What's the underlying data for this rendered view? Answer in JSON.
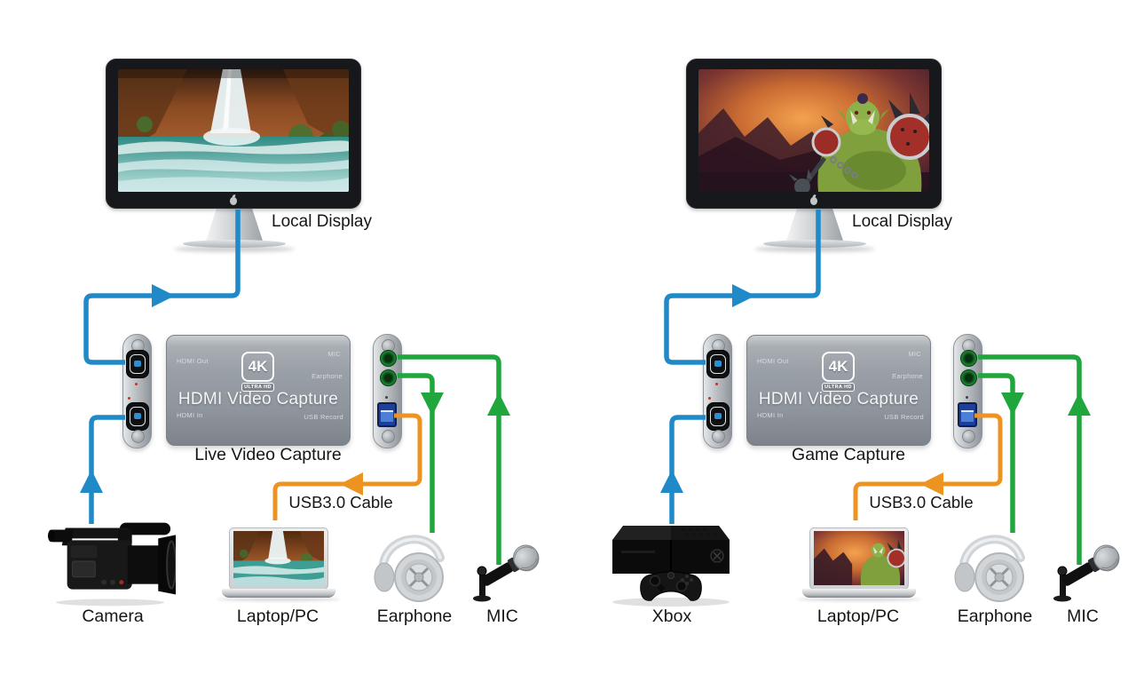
{
  "colors": {
    "cable_hdmi_blue": "#1f8ac7",
    "cable_audio_green": "#1fa63c",
    "cable_usb_orange": "#ed9322",
    "label_text": "#161616"
  },
  "setups": [
    {
      "name": "live-video-capture",
      "display_label": "Local Display",
      "capture_device": {
        "port_hdmi_out": "HDMI Out",
        "port_mic": "MIC",
        "port_earphone": "Earphone",
        "port_hdmi_in": "HDMI In",
        "port_usb_record": "USB Record",
        "badge_4k": "4K",
        "badge_ultra_hd": "ULTRA HD",
        "product_title": "HDMI Video Capture",
        "caption": "Live Video Capture"
      },
      "usb_cable_label": "USB3.0 Cable",
      "devices": {
        "source": "Camera",
        "computer": "Laptop/PC",
        "earphone": "Earphone",
        "mic": "MIC"
      }
    },
    {
      "name": "game-capture",
      "display_label": "Local Display",
      "capture_device": {
        "port_hdmi_out": "HDMI Out",
        "port_mic": "MIC",
        "port_earphone": "Earphone",
        "port_hdmi_in": "HDMI In",
        "port_usb_record": "USB Record",
        "badge_4k": "4K",
        "badge_ultra_hd": "ULTRA HD",
        "product_title": "HDMI Video Capture",
        "caption": "Game Capture"
      },
      "usb_cable_label": "USB3.0 Cable",
      "devices": {
        "source": "Xbox",
        "computer": "Laptop/PC",
        "earphone": "Earphone",
        "mic": "MIC"
      }
    }
  ]
}
